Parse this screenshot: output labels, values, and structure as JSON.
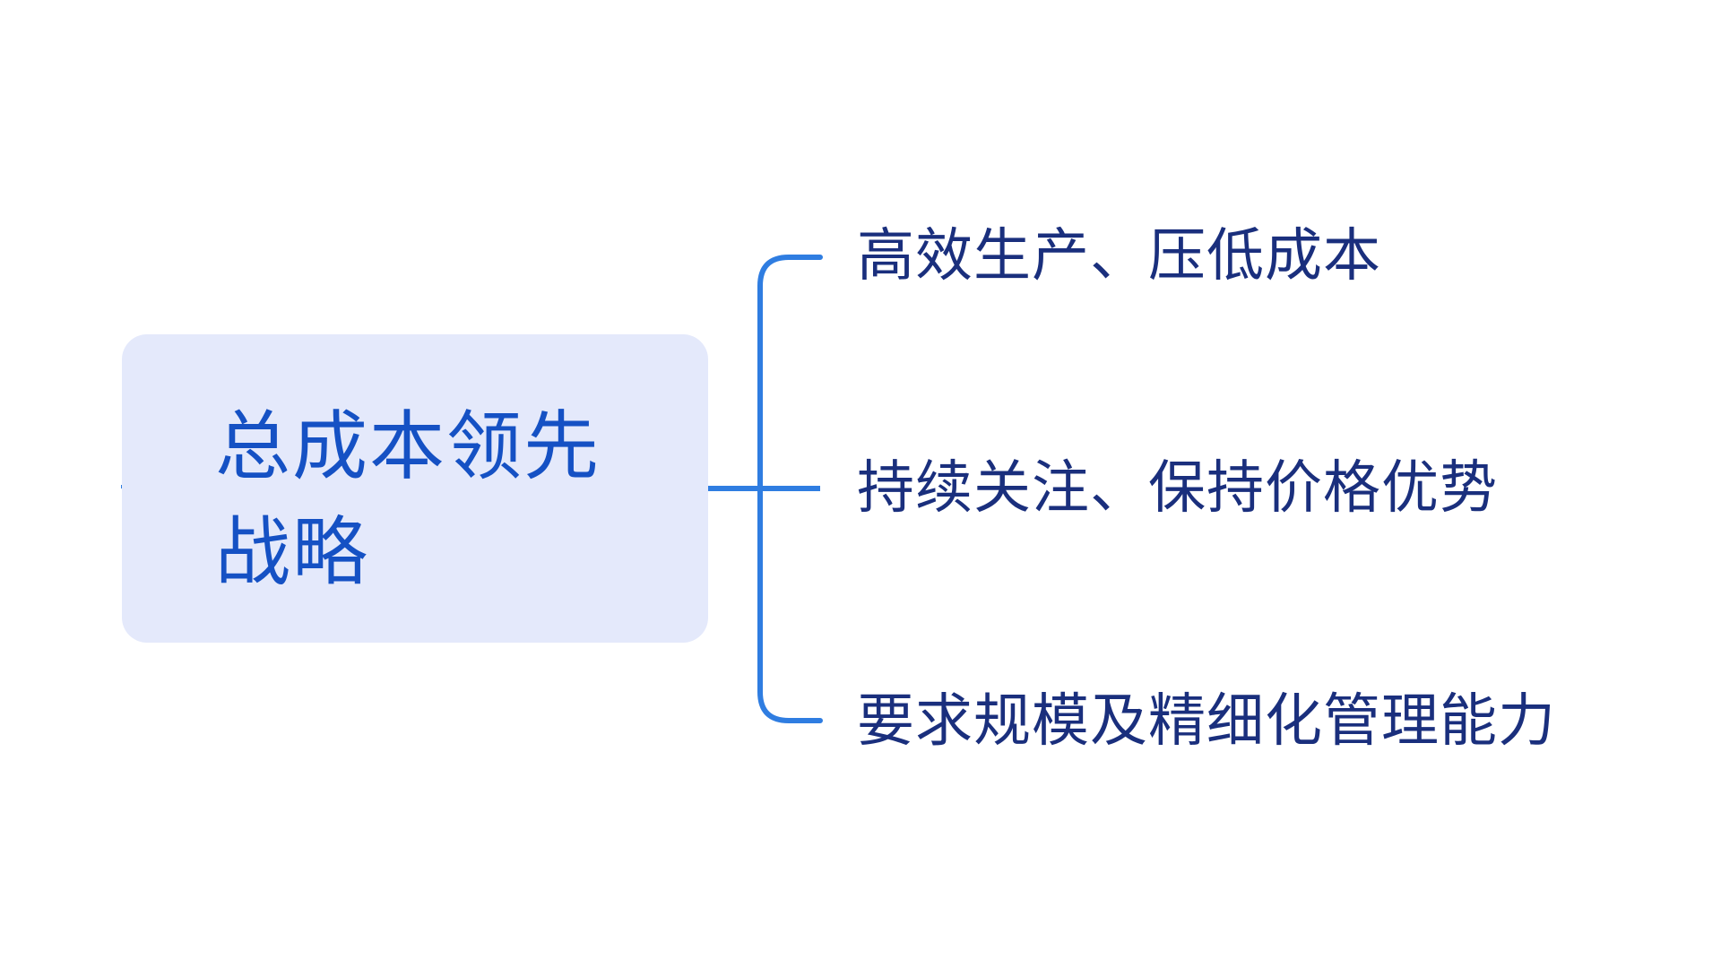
{
  "mindmap": {
    "root": {
      "label": "总成本领先战略"
    },
    "branches": [
      {
        "label": "高效生产、压低成本"
      },
      {
        "label": "持续关注、保持价格优势"
      },
      {
        "label": "要求规模及精细化管理能力"
      }
    ],
    "colors": {
      "background": "#ffffff",
      "root_fill": "#e4e9fb",
      "root_text": "#1551c4",
      "branch_text": "#1a2f7d",
      "connector": "#2f7de1"
    }
  }
}
